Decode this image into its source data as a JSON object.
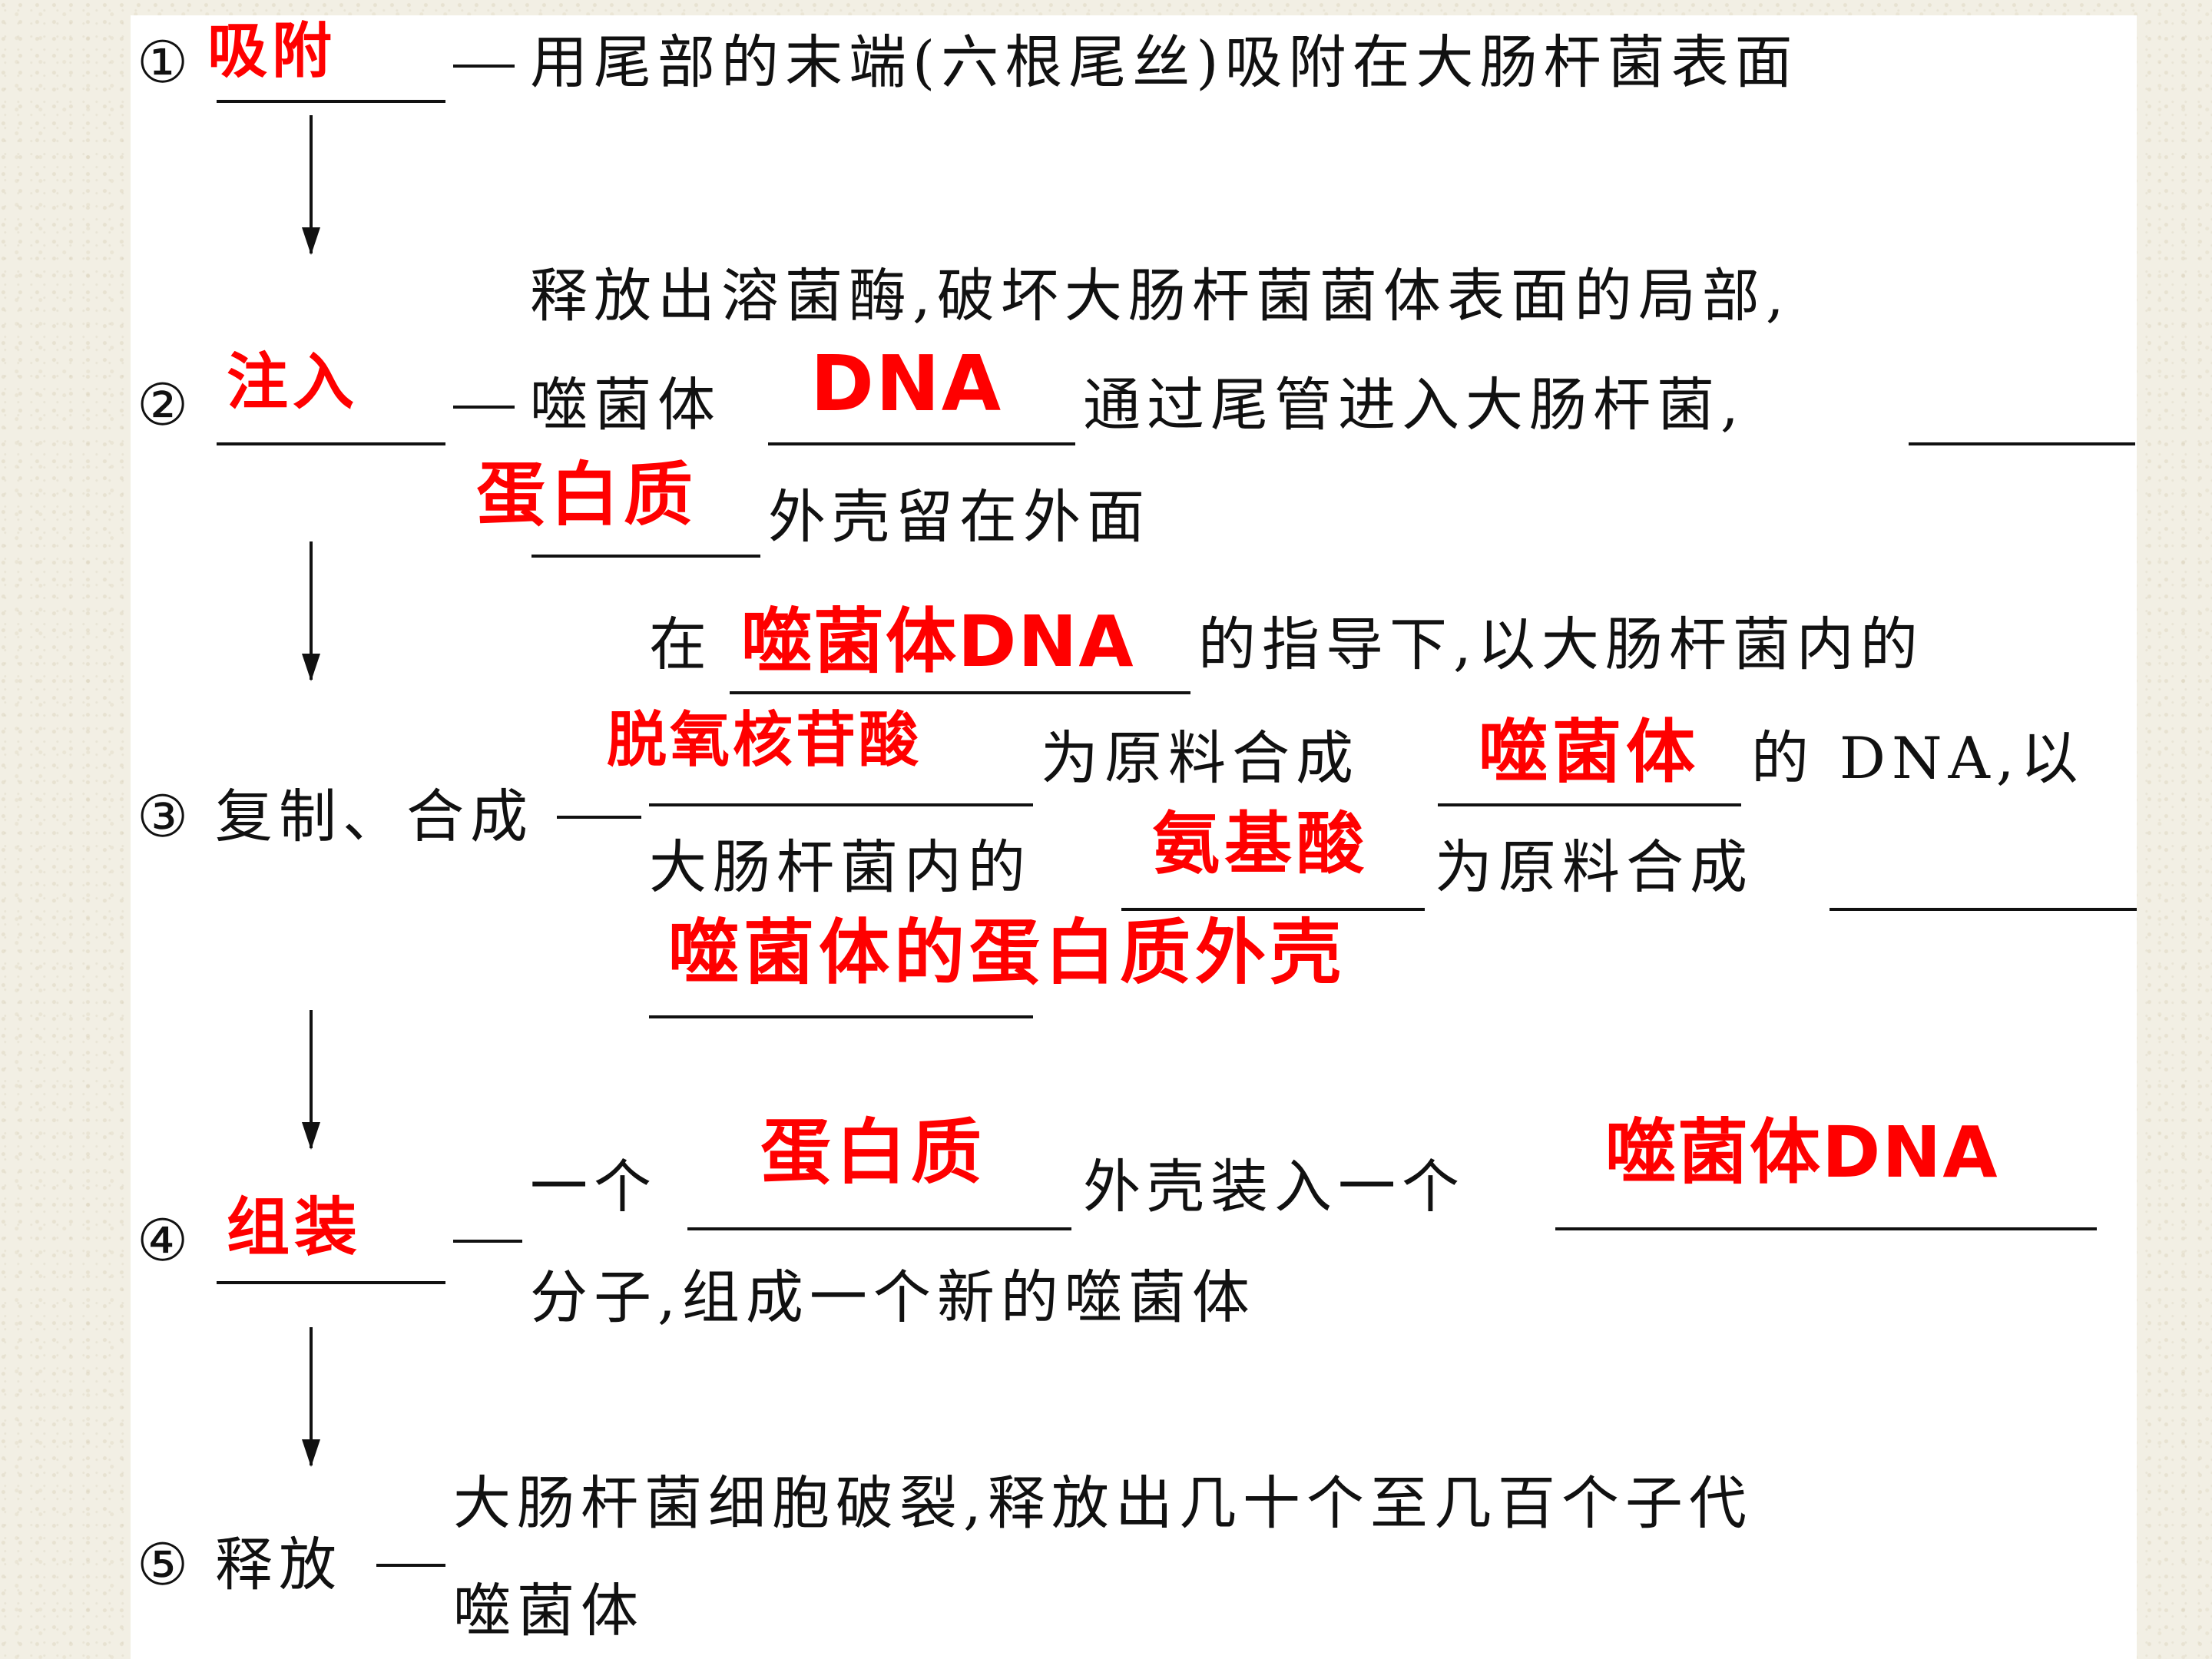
{
  "steps": [
    {
      "marker": "①",
      "stage_answer": "吸附",
      "line1": "用尾部的末端(六根尾丝)吸附在大肠杆菌表面"
    },
    {
      "marker": "②",
      "stage_answer": "注入",
      "line1": "释放出溶菌酶,破坏大肠杆菌菌体表面的局部,",
      "line2_a": "噬菌体",
      "blank1_answer": "DNA",
      "line2_b": "通过尾管进入大肠杆菌,",
      "blank2_answer": "蛋白质",
      "line3_b": "外壳留在外面"
    },
    {
      "marker": "③",
      "stage_label": "复制、合成",
      "line1_a": "在",
      "blank1_answer": "噬菌体DNA",
      "line1_b": "的指导下,以大肠杆菌内的",
      "blank2_answer": "脱氧核苷酸",
      "line2_a": "为原料合成",
      "blank3_answer": "噬菌体",
      "line2_b": "的 DNA,以",
      "line3_a": "大肠杆菌内的",
      "blank4_answer": "氨基酸",
      "line3_b": "为原料合成",
      "blank5_answer": "噬菌体的蛋白质外壳"
    },
    {
      "marker": "④",
      "stage_answer": "组装",
      "line1_a": "一个",
      "blank1_answer": "蛋白质",
      "line1_b": "外壳装入一个",
      "blank2_answer": "噬菌体DNA",
      "line2": "分子,组成一个新的噬菌体"
    },
    {
      "marker": "⑤",
      "stage_label": "释放",
      "line1": "大肠杆菌细胞破裂,释放出几十个至几百个子代",
      "line2": "噬菌体"
    }
  ],
  "colors": {
    "answer": "#ff0000",
    "text": "#111111",
    "background": "#f2efe4",
    "panel": "#ffffff"
  }
}
